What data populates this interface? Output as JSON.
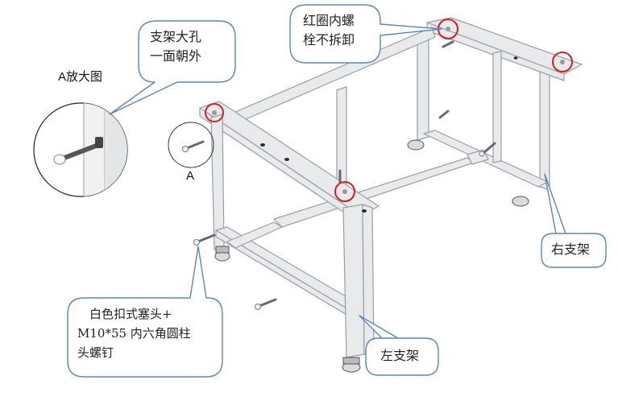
{
  "labels": {
    "detail_title": "A放大图",
    "detail_marker": "A",
    "callout_big_hole": "支架大孔\n一面朝外",
    "callout_red_circle": "红圈内螺\n栓不拆卸",
    "callout_right": "右支架",
    "callout_left": "左支架",
    "callout_bolt": "　白色扣式塞头+\nM10*55 内六角圆柱\n头螺钉"
  },
  "colors": {
    "frame": "#e9eaec",
    "frame_edge": "#9a9ea4",
    "callout_stroke": "#5b86b8",
    "highlight": "#d42020",
    "bolt": "#666b70"
  },
  "icons": [
    "magnifier-circle-icon",
    "red-highlight-circle-icon",
    "bolt-icon",
    "leveling-foot-icon"
  ]
}
